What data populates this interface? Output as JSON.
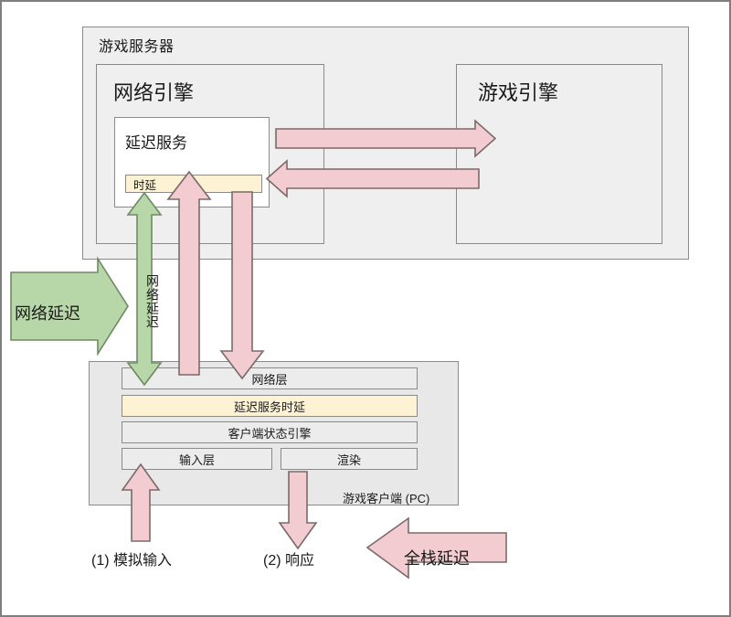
{
  "diagram": {
    "title_visible": false,
    "colors": {
      "pink_arrow": "#f2ccd0",
      "green_arrow": "#b7d7a8",
      "highlight_row": "#fdf2d3",
      "panel_gray": "#efefef",
      "border_gray": "#8a8a8a"
    }
  },
  "server": {
    "title": "游戏服务器",
    "network_engine": {
      "title": "网络引擎",
      "lag_service": {
        "title": "延迟服务",
        "row_label": "时延"
      }
    },
    "game_engine": {
      "title": "游戏引擎"
    }
  },
  "client": {
    "caption": "游戏客户端 (PC)",
    "rows": [
      {
        "label": "网络层"
      },
      {
        "label": "延迟服务时延"
      },
      {
        "label": "客户端状态引擎"
      },
      {
        "label": "输入层"
      },
      {
        "label": "渲染"
      }
    ]
  },
  "annotations": {
    "network_latency_horizontal": "网络延迟",
    "network_latency_vertical": "网络延迟",
    "full_stack_latency": "全栈延迟",
    "sim_input": "(1) 模拟输入",
    "response": "(2) 响应"
  }
}
